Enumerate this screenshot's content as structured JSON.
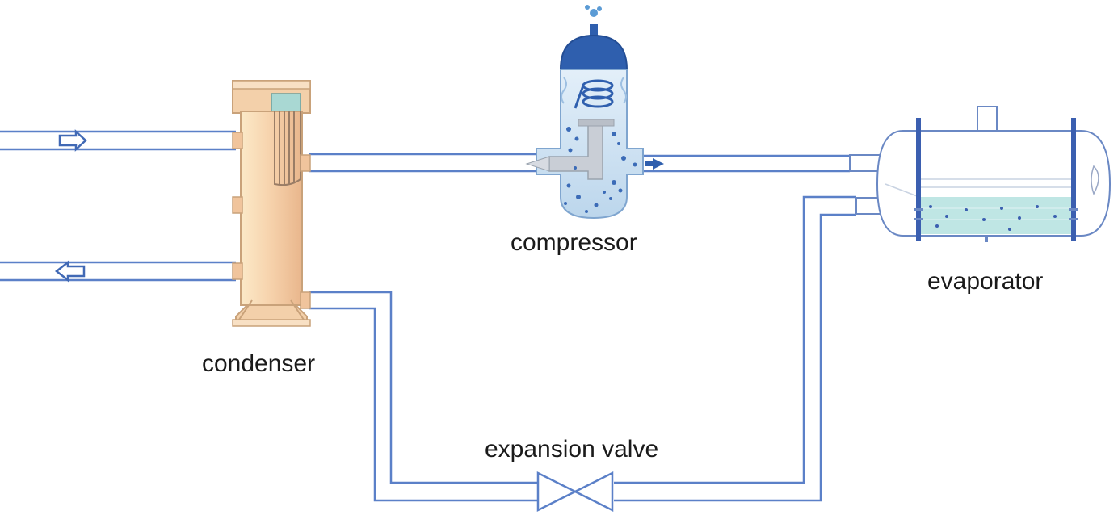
{
  "labels": {
    "condenser": "condenser",
    "compressor": "compressor",
    "evaporator": "evaporator",
    "expansion_valve": "expansion valve"
  },
  "colors": {
    "pipe": "#5b80c8",
    "pipe_fill": "#ffffff",
    "condenser_body": "#f6cfa8",
    "condenser_edge": "#c9a27a",
    "compressor_dome": "#2f5fae",
    "compressor_body": "#cfe3f3",
    "evaporator_liquid": "#bfe6e4",
    "evaporator_edge": "#6a88c4",
    "arrow": "#4169b5"
  },
  "icons": {
    "inlet_arrow": "arrow-right-icon",
    "outlet_arrow": "arrow-left-icon",
    "flow_arrow": "arrow-left-icon"
  }
}
